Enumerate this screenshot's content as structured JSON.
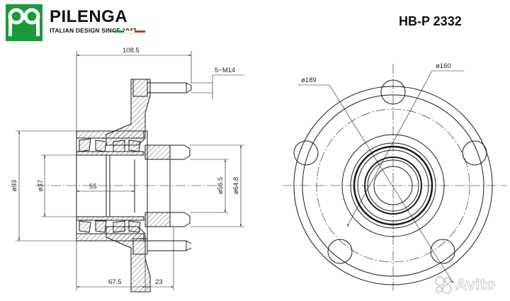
{
  "header": {
    "brand": "PILENGA",
    "tagline": "ITALIAN DESIGN SINCE 1947",
    "part_number": "HB-P 2332",
    "flag_colors": [
      "#1a9a3a",
      "#ffffff",
      "#d42a2a"
    ],
    "logo_color": "#1a9a3a"
  },
  "dimensions": {
    "overall_length": "108.5",
    "stud_thread": "5−M14",
    "flange_diameter": "ø93",
    "bore_diameter": "ø37",
    "bearing_width": "55",
    "hub_diameter_1": "ø56.5",
    "hub_diameter_2": "ø64.8",
    "hub_length": "67.5",
    "flange_offset": "23",
    "bolt_circle_diameter": "ø189",
    "pilot_diameter": "ø160"
  },
  "watermark": {
    "text": "Avito"
  },
  "colors": {
    "line": "#1a1a1a",
    "hatch": "#333333"
  }
}
